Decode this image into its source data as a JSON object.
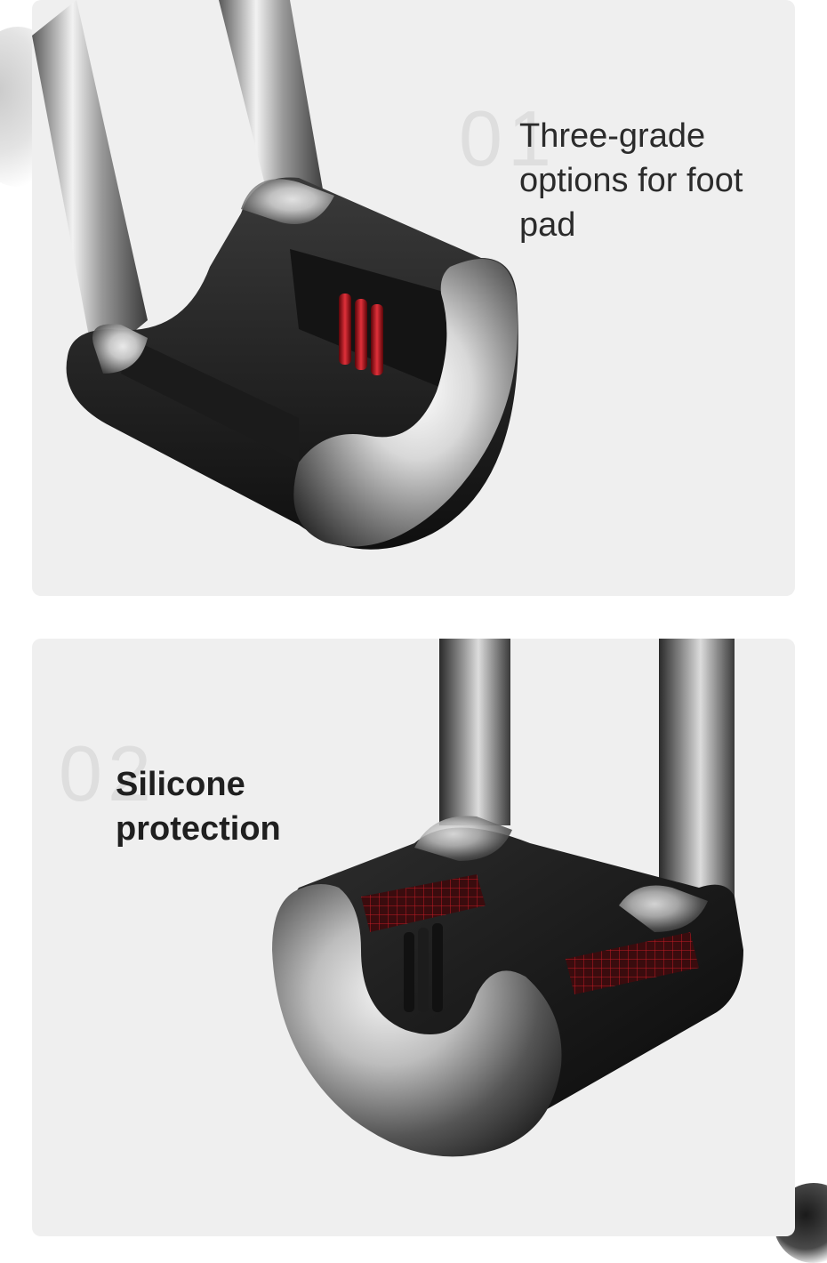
{
  "features": [
    {
      "number": "01",
      "title": "Three-grade options for foot pad"
    },
    {
      "number": "02",
      "title": "Silicone protection"
    }
  ],
  "colors": {
    "panel_background": "#efefef",
    "number_color": "#dedede",
    "text_color": "#2b2b2b",
    "accent_red": "#b8111a",
    "chrome_dark": "#1a1a1a"
  }
}
